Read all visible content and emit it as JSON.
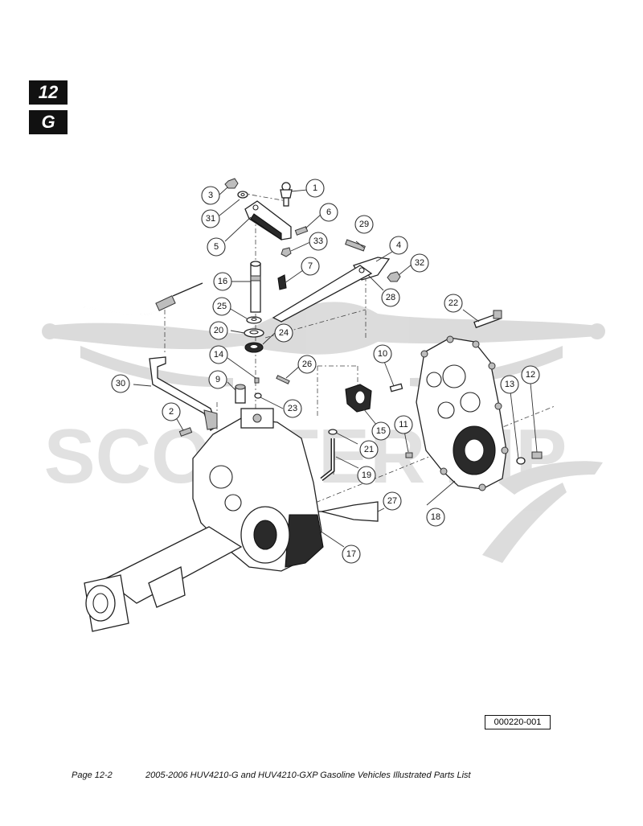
{
  "tabs": {
    "chapter": "12",
    "section": "G"
  },
  "callouts": [
    {
      "id": "c1",
      "label": "1"
    },
    {
      "id": "c2",
      "label": "2"
    },
    {
      "id": "c3",
      "label": "3"
    },
    {
      "id": "c4",
      "label": "4"
    },
    {
      "id": "c5",
      "label": "5"
    },
    {
      "id": "c6",
      "label": "6"
    },
    {
      "id": "c7",
      "label": "7"
    },
    {
      "id": "c9",
      "label": "9"
    },
    {
      "id": "c10",
      "label": "10"
    },
    {
      "id": "c11",
      "label": "11"
    },
    {
      "id": "c12",
      "label": "12"
    },
    {
      "id": "c13",
      "label": "13"
    },
    {
      "id": "c14",
      "label": "14"
    },
    {
      "id": "c15",
      "label": "15"
    },
    {
      "id": "c16",
      "label": "16"
    },
    {
      "id": "c17",
      "label": "17"
    },
    {
      "id": "c18",
      "label": "18"
    },
    {
      "id": "c19",
      "label": "19"
    },
    {
      "id": "c20",
      "label": "20"
    },
    {
      "id": "c21",
      "label": "21"
    },
    {
      "id": "c22",
      "label": "22"
    },
    {
      "id": "c23",
      "label": "23"
    },
    {
      "id": "c24",
      "label": "24"
    },
    {
      "id": "c25",
      "label": "25"
    },
    {
      "id": "c26",
      "label": "26"
    },
    {
      "id": "c27",
      "label": "27"
    },
    {
      "id": "c28",
      "label": "28"
    },
    {
      "id": "c29",
      "label": "29"
    },
    {
      "id": "c30",
      "label": "30"
    },
    {
      "id": "c31",
      "label": "31"
    },
    {
      "id": "c32",
      "label": "32"
    },
    {
      "id": "c33",
      "label": "33"
    }
  ],
  "figure_ref": "000220-001",
  "footer": {
    "page": "Page 12-2",
    "title": "2005-2006 HUV4210-G and HUV4210-GXP Gasoline Vehicles Illustrated Parts List"
  },
  "watermark": {
    "brand": "SCOOTER ZIP"
  }
}
